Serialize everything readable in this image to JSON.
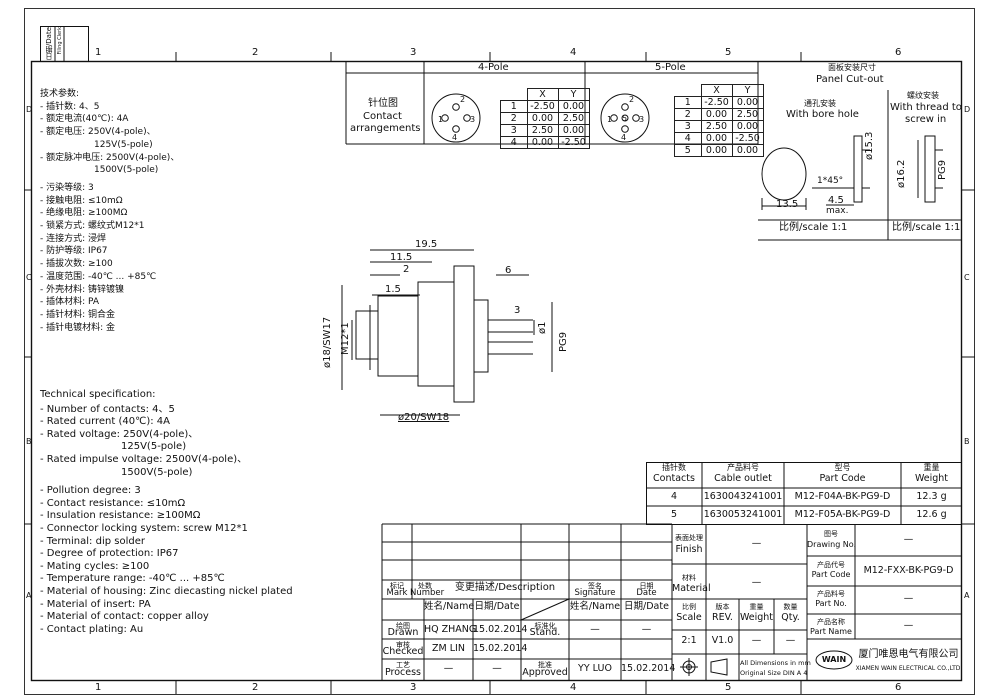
{
  "frame": {
    "col_numbers": [
      "1",
      "2",
      "3",
      "4",
      "5",
      "6"
    ],
    "row_letters": [
      "D",
      "C",
      "B",
      "A"
    ],
    "filing": {
      "date": "日期/Date",
      "clerk": "Filing Clerk"
    }
  },
  "tech_cn": [
    "技术参数:",
    "- 插针数: 4、5",
    "- 额定电流(40℃): 4A",
    "- 额定电压: 250V(4-pole)、",
    "125V(5-pole)",
    "- 额定脉冲电压: 2500V(4-pole)、",
    "1500V(5-pole)",
    "- 污染等级: 3",
    "- 接触电阻: ≤10mΩ",
    "- 绝缘电阻: ≥100MΩ",
    "- 锁紧方式: 螺纹式M12*1",
    "- 连接方式: 浸焊",
    "- 防护等级: IP67",
    "- 插拔次数: ≥100",
    "- 温度范围: -40℃ ... +85℃",
    "- 外壳材料: 铸锌镀镍",
    "- 插体材料: PA",
    "- 插针材料: 铜合金",
    "- 插针电镀材料: 金"
  ],
  "tech_en": [
    "Technical specification:",
    "- Number of contacts: 4、5",
    "- Rated current (40℃): 4A",
    "- Rated voltage: 250V(4-pole)、",
    "125V(5-pole)",
    "- Rated impulse voltage: 2500V(4-pole)、",
    "1500V(5-pole)",
    "- Pollution degree: 3",
    "- Contact resistance: ≤10mΩ",
    "- Insulation resistance: ≥100MΩ",
    "- Connector locking system: screw M12*1",
    "- Terminal: dip solder",
    "- Degree of protection: IP67",
    "- Mating cycles: ≥100",
    "- Temperature range: -40℃ ... +85℃",
    "- Material of housing: Zinc diecasting nickel plated",
    "- Material of insert: PA",
    "- Material of contact: copper alloy",
    "- Contact plating: Au"
  ],
  "contacts_header": {
    "pole4": "4-Pole",
    "pole5": "5-Pole",
    "cn": "针位图",
    "en1": "Contact",
    "en2": "arrangements"
  },
  "coords4": {
    "cols": [
      "X",
      "Y"
    ],
    "rows": [
      [
        "1",
        "-2.50",
        "0.00"
      ],
      [
        "2",
        "0.00",
        "2.50"
      ],
      [
        "3",
        "2.50",
        "0.00"
      ],
      [
        "4",
        "0.00",
        "-2.50"
      ]
    ]
  },
  "coords5": {
    "cols": [
      "X",
      "Y"
    ],
    "rows": [
      [
        "1",
        "-2.50",
        "0.00"
      ],
      [
        "2",
        "0.00",
        "2.50"
      ],
      [
        "3",
        "2.50",
        "0.00"
      ],
      [
        "4",
        "0.00",
        "-2.50"
      ],
      [
        "5",
        "0.00",
        "0.00"
      ]
    ]
  },
  "panel": {
    "cn": "面板安装尺寸",
    "en": "Panel Cut-out",
    "bore_cn": "通孔安装",
    "bore_en": "With bore hole",
    "thread_cn": "螺纹安装",
    "thread_en1": "With thread to",
    "thread_en2": "screw in",
    "scale1": "比例/scale 1:1",
    "scale2": "比例/scale 1:1",
    "dims": {
      "d135": "13.5",
      "chamfer": "1*45°",
      "d45": "4.5",
      "max": "max.",
      "d153": "ø15.3",
      "d162": "ø16.2",
      "pg9": "PG9"
    }
  },
  "drawing": {
    "d195": "19.5",
    "d115": "11.5",
    "d2": "2",
    "d15": "1.5",
    "d6": "6",
    "d3": "3",
    "d1": "ø1",
    "pg9": "PG9",
    "m12": "M12*1",
    "sw17": "ø18/SW17",
    "sw18": "ø20/SW18"
  },
  "parts": {
    "headers": [
      [
        "插针数",
        "Contacts"
      ],
      [
        "产品料号",
        "Cable outlet"
      ],
      [
        "型号",
        "Part Code"
      ],
      [
        "重量",
        "Weight"
      ]
    ],
    "rows": [
      [
        "4",
        "1630043241001",
        "M12-F04A-BK-PG9-D",
        "12.3  g"
      ],
      [
        "5",
        "1630053241001",
        "M12-F05A-BK-PG9-D",
        "12.6  g"
      ]
    ]
  },
  "title_block": {
    "mark_cn": "标记",
    "mark_en": "Mark",
    "num_cn": "处数",
    "num_en": "Number",
    "desc": "变更描述/Description",
    "sig_cn": "签名",
    "sig_en": "Signature",
    "date_cn": "日期",
    "date_en": "Date",
    "name": "姓名/Name",
    "date2": "日期/Date",
    "name2": "姓名/Name",
    "date3": "日期/Date",
    "drawn_cn": "绘图",
    "drawn_en": "Drawn",
    "drawn_name": "HQ ZHANG",
    "drawn_date": "15.02.2014",
    "std_cn": "标准化",
    "std_en": "Stand.",
    "dash": "—",
    "checked_cn": "审核",
    "checked_en": "Checked",
    "checked_name": "ZM LIN",
    "checked_date": "15.02.2014",
    "process_cn": "工艺",
    "process_en": "Process",
    "approved_cn": "批准",
    "approved_en": "Approved",
    "approved_name": "YY LUO",
    "approved_date": "15.02.2014",
    "finish_cn": "表面处理",
    "finish_en": "Finish",
    "finish_val": "—",
    "material_cn": "材料",
    "material_en": "Material",
    "material_val": "—",
    "scale_cn": "比例",
    "scale_en": "Scale",
    "scale_val": "2:1",
    "rev_cn": "版本",
    "rev_en": "REV.",
    "rev_val": "V1.0",
    "weight_cn": "重量",
    "weight_en": "Weight",
    "weight_val": "—",
    "qty_cn": "数量",
    "qty_en": "Qty.",
    "qty_val": "—",
    "drawno_cn": "图号",
    "drawno_en": "Drawing No.",
    "drawno_val": "—",
    "partcode_cn": "产品代号",
    "partcode_en": "Part Code",
    "partcode_val": "M12-FXX-BK-PG9-D",
    "partno_cn": "产品料号",
    "partno_en": "Part No.",
    "partno_val": "—",
    "partname_cn": "产品名称",
    "partname_en": "Part Name",
    "partname_val": "—",
    "dims_note1": "All Dimensions in mm",
    "dims_note2": "Original Size DIN A 4",
    "logo": "WAIN",
    "company_cn": "厦门唯恩电气有限公司",
    "company_en": "XIAMEN WAIN ELECTRICAL CO.,LTD"
  }
}
